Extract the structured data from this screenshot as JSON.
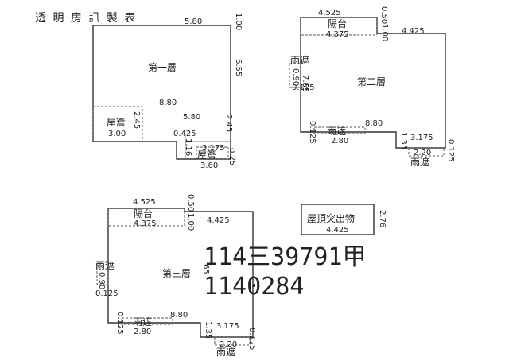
{
  "title": "透 明 房 訊 製 表",
  "stamp": {
    "line1": "114三39791甲",
    "line2": "1140284"
  },
  "floor1": {
    "name": "第一層",
    "eave1": "屋簷",
    "eave2": "屋簷",
    "dims": {
      "top": "5.80",
      "right_top": "1.00",
      "right_mid": "6.55",
      "mid": "8.80",
      "inner": "5.80",
      "right_low": "2.45",
      "eave_h": "2.45",
      "eave_w": "3.00",
      "step": "0.425",
      "step_h": "1.16",
      "low_w": "3.175",
      "low_r": "0.25",
      "bottom": "3.60"
    }
  },
  "floor2": {
    "name": "第二層",
    "balcony": "陽台",
    "canopy_left": "雨遮",
    "canopy_bottom": "雨遮",
    "canopy_br": "雨遮",
    "dims": {
      "bal_top": "4.525",
      "bal_v": "0.50",
      "bal_v2": "1.00",
      "bal_in": "4.375",
      "right_top": "4.425",
      "left1": "0.90",
      "left2": "7.65",
      "left3": "0.125",
      "bottom_left": "0.125",
      "canopy_w": "2.80",
      "main": "8.80",
      "step_h": "1.35",
      "step_w": "3.175",
      "br_w": "2.20",
      "br_r": "0.125"
    }
  },
  "floor3": {
    "name": "第三層",
    "balcony": "陽台",
    "canopy_left": "雨遮",
    "canopy_bottom": "雨遮",
    "canopy_br": "雨遮",
    "dims": {
      "bal_top": "4.525",
      "bal_v": "0.50",
      "bal_v2": "1.00",
      "bal_in": "4.375",
      "right_top": "4.425",
      "left1": "0.90",
      "left2": "0.125",
      "right_mid": "65",
      "bottom_left": "0.125",
      "canopy_w": "2.80",
      "main": "8.80",
      "step_h": "1.35",
      "step_w": "3.175",
      "br_w": "2.20",
      "br_r": "0.125"
    }
  },
  "roof": {
    "name": "屋頂突出物",
    "width": "4.425",
    "height": "2.76"
  }
}
